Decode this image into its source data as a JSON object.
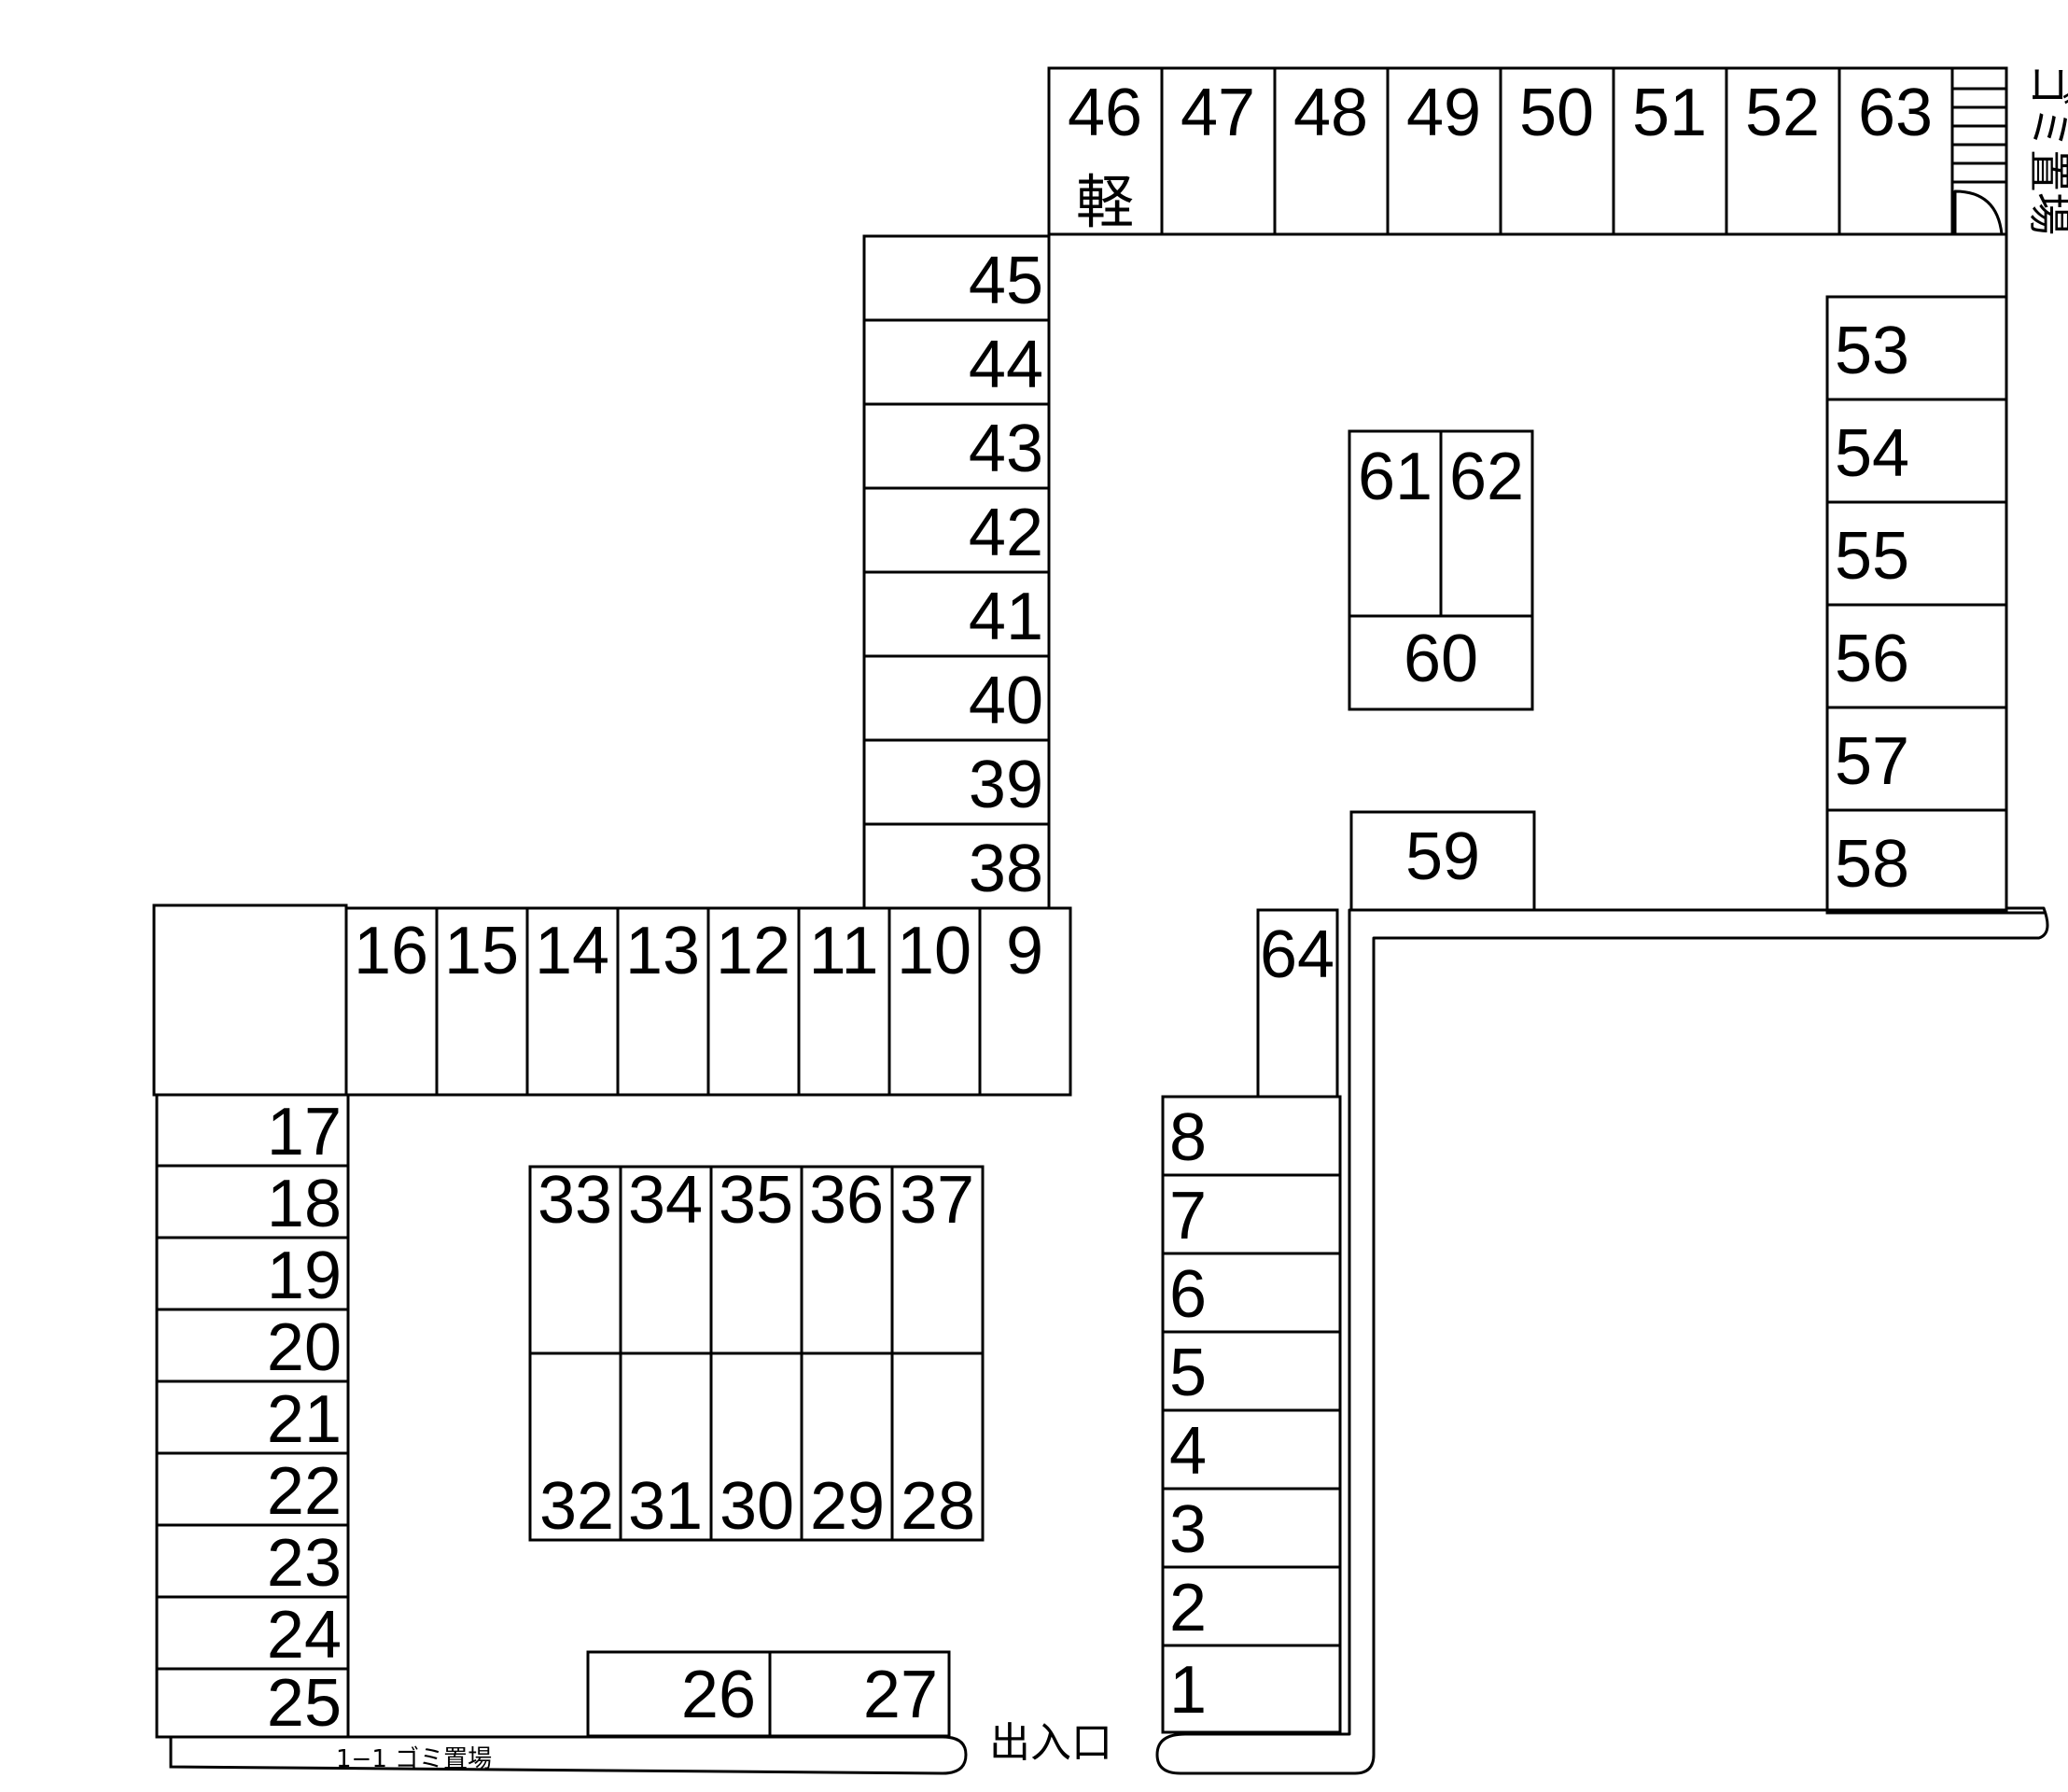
{
  "spaces": {
    "s1": "1",
    "s2": "2",
    "s3": "3",
    "s4": "4",
    "s5": "5",
    "s6": "6",
    "s7": "7",
    "s8": "8",
    "s9": "9",
    "s10": "10",
    "s11": "11",
    "s12": "12",
    "s13": "13",
    "s14": "14",
    "s15": "15",
    "s16": "16",
    "s17": "17",
    "s18": "18",
    "s19": "19",
    "s20": "20",
    "s21": "21",
    "s22": "22",
    "s23": "23",
    "s24": "24",
    "s25": "25",
    "s26": "26",
    "s27": "27",
    "s28": "28",
    "s29": "29",
    "s30": "30",
    "s31": "31",
    "s32": "32",
    "s33": "33",
    "s34": "34",
    "s35": "35",
    "s36": "36",
    "s37": "37",
    "s38": "38",
    "s39": "39",
    "s40": "40",
    "s41": "41",
    "s42": "42",
    "s43": "43",
    "s44": "44",
    "s45": "45",
    "s46": "46",
    "s47": "47",
    "s48": "48",
    "s49": "49",
    "s50": "50",
    "s51": "51",
    "s52": "52",
    "s53": "53",
    "s54": "54",
    "s55": "55",
    "s56": "56",
    "s57": "57",
    "s58": "58",
    "s59": "59",
    "s60": "60",
    "s61": "61",
    "s62": "62",
    "s63": "63",
    "s64": "64"
  },
  "kei_mark": "軽",
  "labels": {
    "garbage_top": "ゴミ置場",
    "garbage_bottom": "1−1 ゴミ置場",
    "entrance": "出入口"
  }
}
